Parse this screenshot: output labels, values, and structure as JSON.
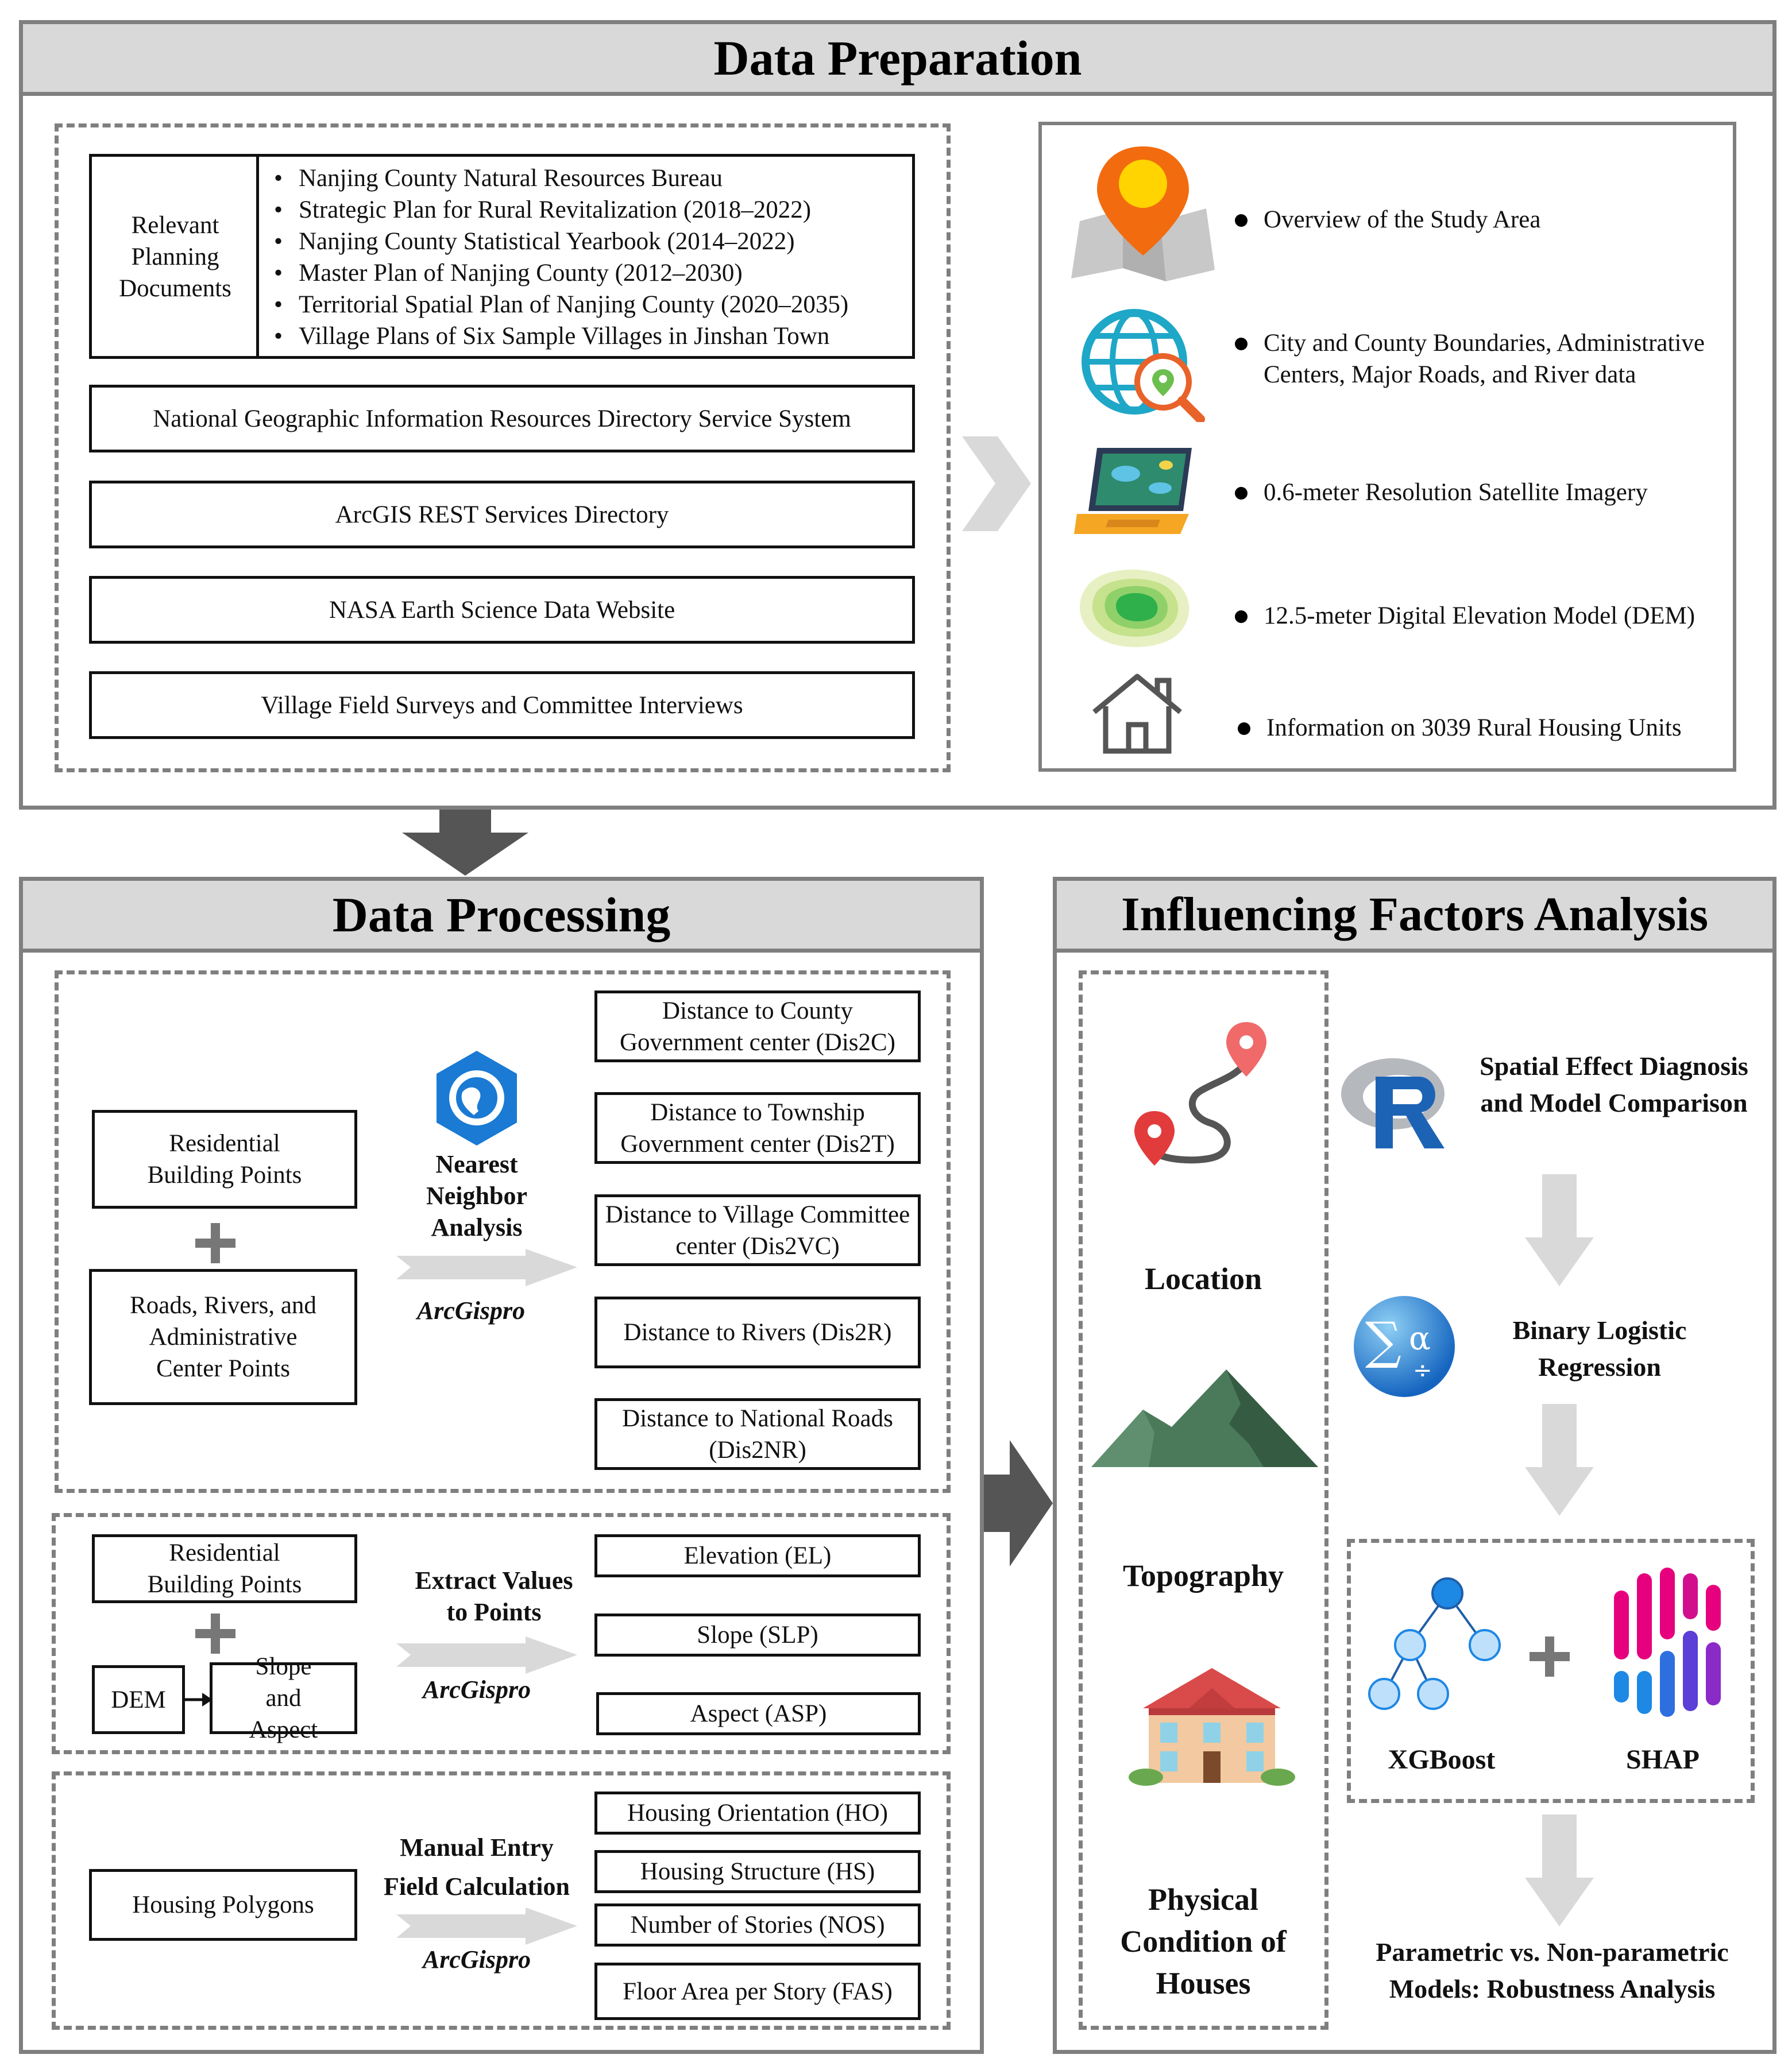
{
  "data_preparation": {
    "title": "Data Preparation",
    "planning_label": "Relevant Planning Documents",
    "planning_items": [
      "Nanjing County Natural Resources Bureau",
      "Strategic Plan for Rural Revitalization (2018–2022)",
      "Nanjing County Statistical Yearbook (2014–2022)",
      "Master Plan of Nanjing County (2012–2030)",
      "Territorial Spatial Plan of Nanjing County (2020–2035)",
      "Village Plans of Six Sample Villages in Jinshan Town"
    ],
    "sources": [
      "National Geographic Information Resources Directory Service System",
      "ArcGIS REST Services Directory",
      "NASA Earth Science Data Website",
      "Village Field Surveys and Committee Interviews"
    ],
    "outputs": [
      {
        "icon": "map-pin-icon",
        "text": "Overview of the Study Area"
      },
      {
        "icon": "globe-search-icon",
        "text": "City and County Boundaries, Administrative Centers, Major Roads, and River data"
      },
      {
        "icon": "laptop-map-icon",
        "text": "0.6-meter Resolution Satellite Imagery"
      },
      {
        "icon": "contour-map-icon",
        "text": "12.5-meter Digital Elevation Model (DEM)"
      },
      {
        "icon": "house-icon",
        "text": "Information on 3039 Rural Housing Units"
      }
    ]
  },
  "data_processing": {
    "title": "Data Processing",
    "group1": {
      "input_a": "Residential Building Points",
      "input_b": "Roads, Rivers, and Administrative Center Points",
      "method": "Nearest Neighbor Analysis",
      "tool": "ArcGispro",
      "outputs": [
        "Distance to County Government center (Dis2C)",
        "Distance to Township Government center (Dis2T)",
        "Distance to Village Committee center (Dis2VC)",
        "Distance to Rivers (Dis2R)",
        "Distance to National Roads (Dis2NR)"
      ]
    },
    "group2": {
      "input_a": "Residential Building Points",
      "dem": "DEM",
      "slope_aspect": "Slope and Aspect",
      "method": "Extract Values to Points",
      "tool": "ArcGispro",
      "outputs": [
        "Elevation (EL)",
        "Slope (SLP)",
        "Aspect (ASP)"
      ]
    },
    "group3": {
      "input": "Housing Polygons",
      "method_line1": "Manual Entry",
      "method_line2": "Field Calculation",
      "tool": "ArcGispro",
      "outputs": [
        "Housing Orientation (HO)",
        "Housing Structure (HS)",
        "Number of Stories (NOS)",
        "Floor Area per Story (FAS)"
      ]
    }
  },
  "influencing": {
    "title": "Influencing Factors Analysis",
    "factors": [
      "Location",
      "Topography",
      "Physical Condition of Houses"
    ],
    "step1": "Spatial Effect Diagnosis and Model Comparison",
    "step2": "Binary Logistic Regression",
    "xgboost": "XGBoost",
    "shap": "SHAP",
    "step4": "Parametric vs. Non-parametric Models: Robustness Analysis"
  },
  "colors": {
    "frame": "#7f7f7f",
    "title_bg": "#d9d9d9",
    "flow_arrow": "#555555",
    "light_arrow": "#d9d9d9",
    "pin_orange": "#f26b0f",
    "pin_red": "#e23b3b",
    "arcgis_blue": "#1a7ad4",
    "tree_blue": "#1e88e5",
    "mountain_green": "#4a7a5a"
  }
}
